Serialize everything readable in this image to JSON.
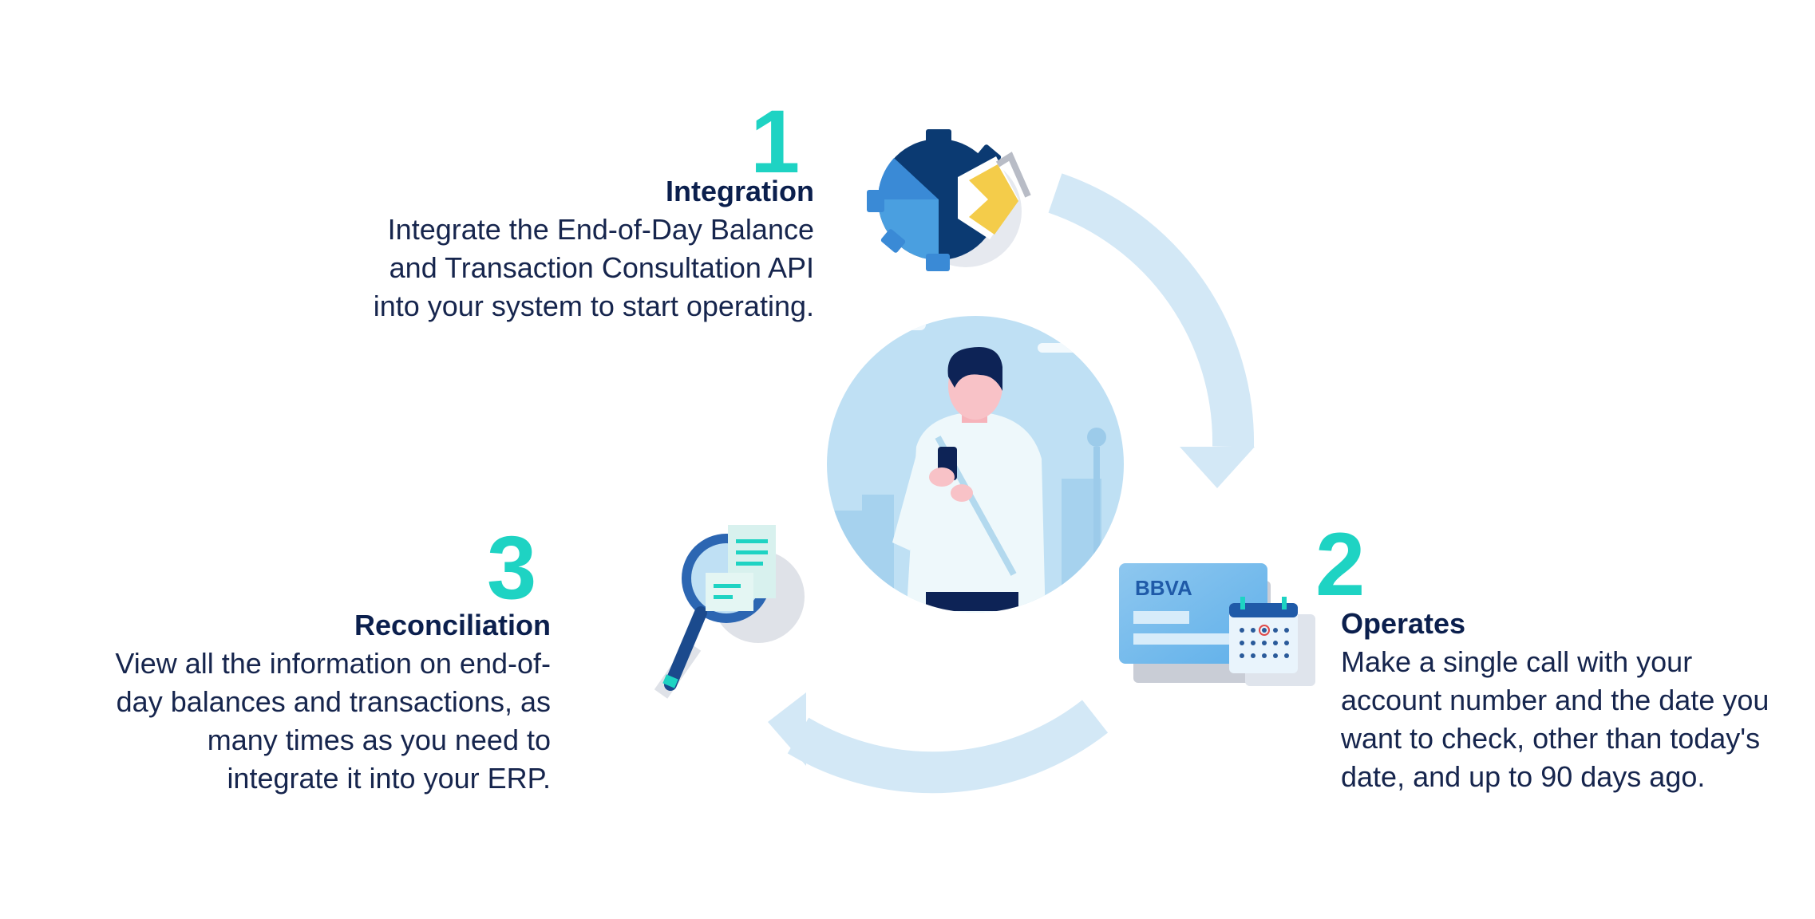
{
  "steps": [
    {
      "number": "1",
      "title": "Integration",
      "lines": [
        "Integrate the End-of-Day Balance",
        "and Transaction Consultation API",
        "into your system to start operating."
      ],
      "icon": "gear-icon"
    },
    {
      "number": "2",
      "title": "Operates",
      "lines": [
        "Make a single call with your",
        "account number and the date you",
        "want to check, other than today's",
        "date, and up to 90 days ago."
      ],
      "icon": "card-calendar-icon",
      "card_brand": "BBVA"
    },
    {
      "number": "3",
      "title": "Reconciliation",
      "lines": [
        "View all the information on end-of-",
        "day balances and transactions, as",
        "many times as you need to",
        "integrate it into your ERP."
      ],
      "icon": "magnifier-receipt-icon"
    }
  ],
  "colors": {
    "accent_number": "#1ed3c3",
    "text": "#16254d",
    "arrow": "#cfe6f5",
    "circle": "#b9dcf2"
  }
}
